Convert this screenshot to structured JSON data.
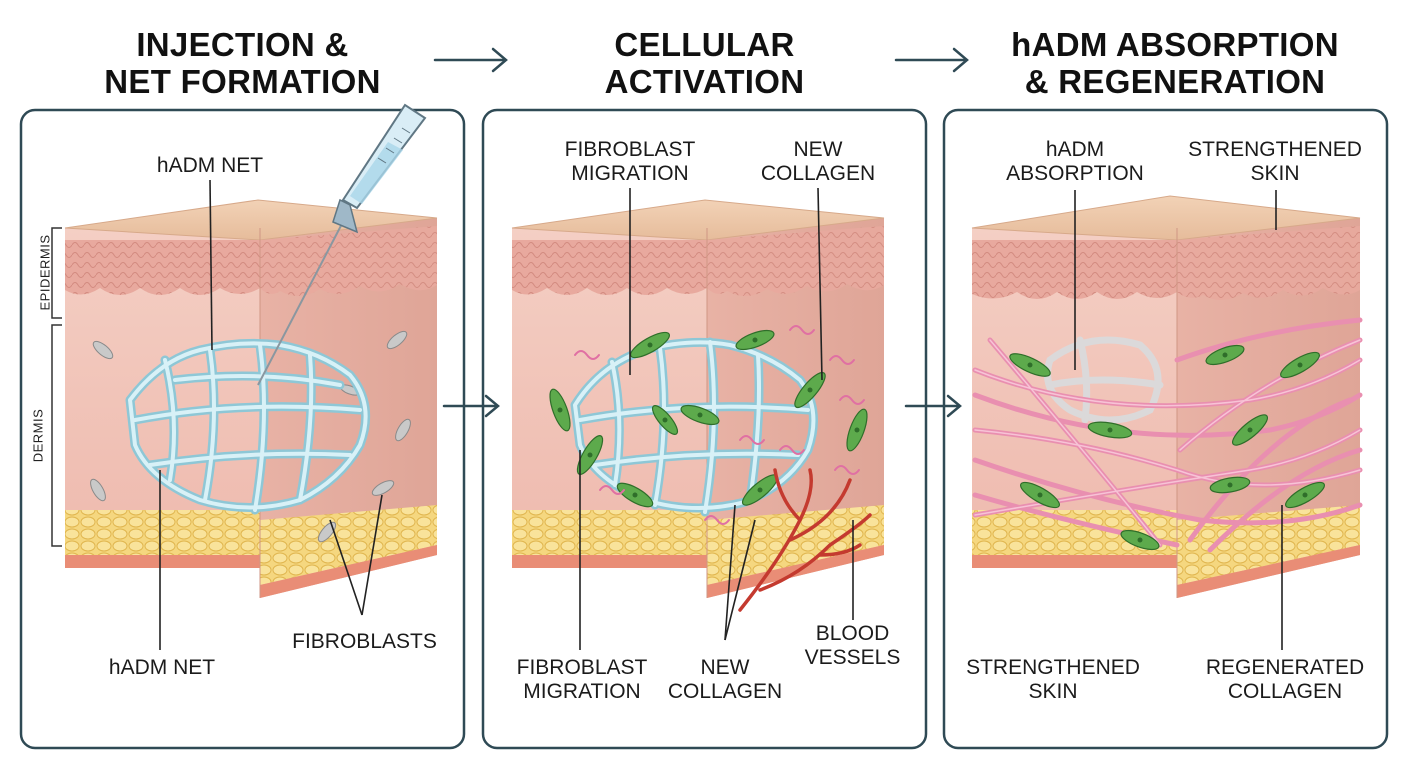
{
  "stages": [
    {
      "title_line1": "INJECTION &",
      "title_line2": "NET FORMATION"
    },
    {
      "title_line1": "CELLULAR",
      "title_line2": "ACTIVATION"
    },
    {
      "title_line1": "hADM ABSORPTION",
      "title_line2": "& REGENERATION"
    }
  ],
  "panel1": {
    "layer_epidermis": "EPIDERMIS",
    "layer_dermis": "DERMIS",
    "label_top": "hADM NET",
    "label_bottom": "hADM NET",
    "label_fibroblasts": "FIBROBLASTS"
  },
  "panel2": {
    "top_left_l1": "FIBROBLAST",
    "top_left_l2": "MIGRATION",
    "top_right_l1": "NEW",
    "top_right_l2": "COLLAGEN",
    "bottom_left_l1": "FIBROBLAST",
    "bottom_left_l2": "MIGRATION",
    "bottom_mid_l1": "NEW",
    "bottom_mid_l2": "COLLAGEN",
    "bottom_right_l1": "BLOOD",
    "bottom_right_l2": "VESSELS"
  },
  "panel3": {
    "top_left_l1": "hADM",
    "top_left_l2": "ABSORPTION",
    "top_right_l1": "STRENGTHENED",
    "top_right_l2": "SKIN",
    "bottom_left_l1": "STRENGTHENED",
    "bottom_left_l2": "SKIN",
    "bottom_right_l1": "REGENERATED",
    "bottom_right_l2": "COLLAGEN"
  },
  "colors": {
    "panel_border": "#2f4a55",
    "arrow": "#2f4a55",
    "epidermis": "#e9c2a4",
    "dermis": "#f2c6bd",
    "fat": "#f3d57a",
    "net": "#bfe4ee",
    "fibroblast_green": "#5daa4c",
    "collagen": "#e98fb0",
    "vessel": "#c43a2f"
  },
  "icons": {
    "syringe": "syringe-icon",
    "arrow": "arrow-right-icon"
  }
}
